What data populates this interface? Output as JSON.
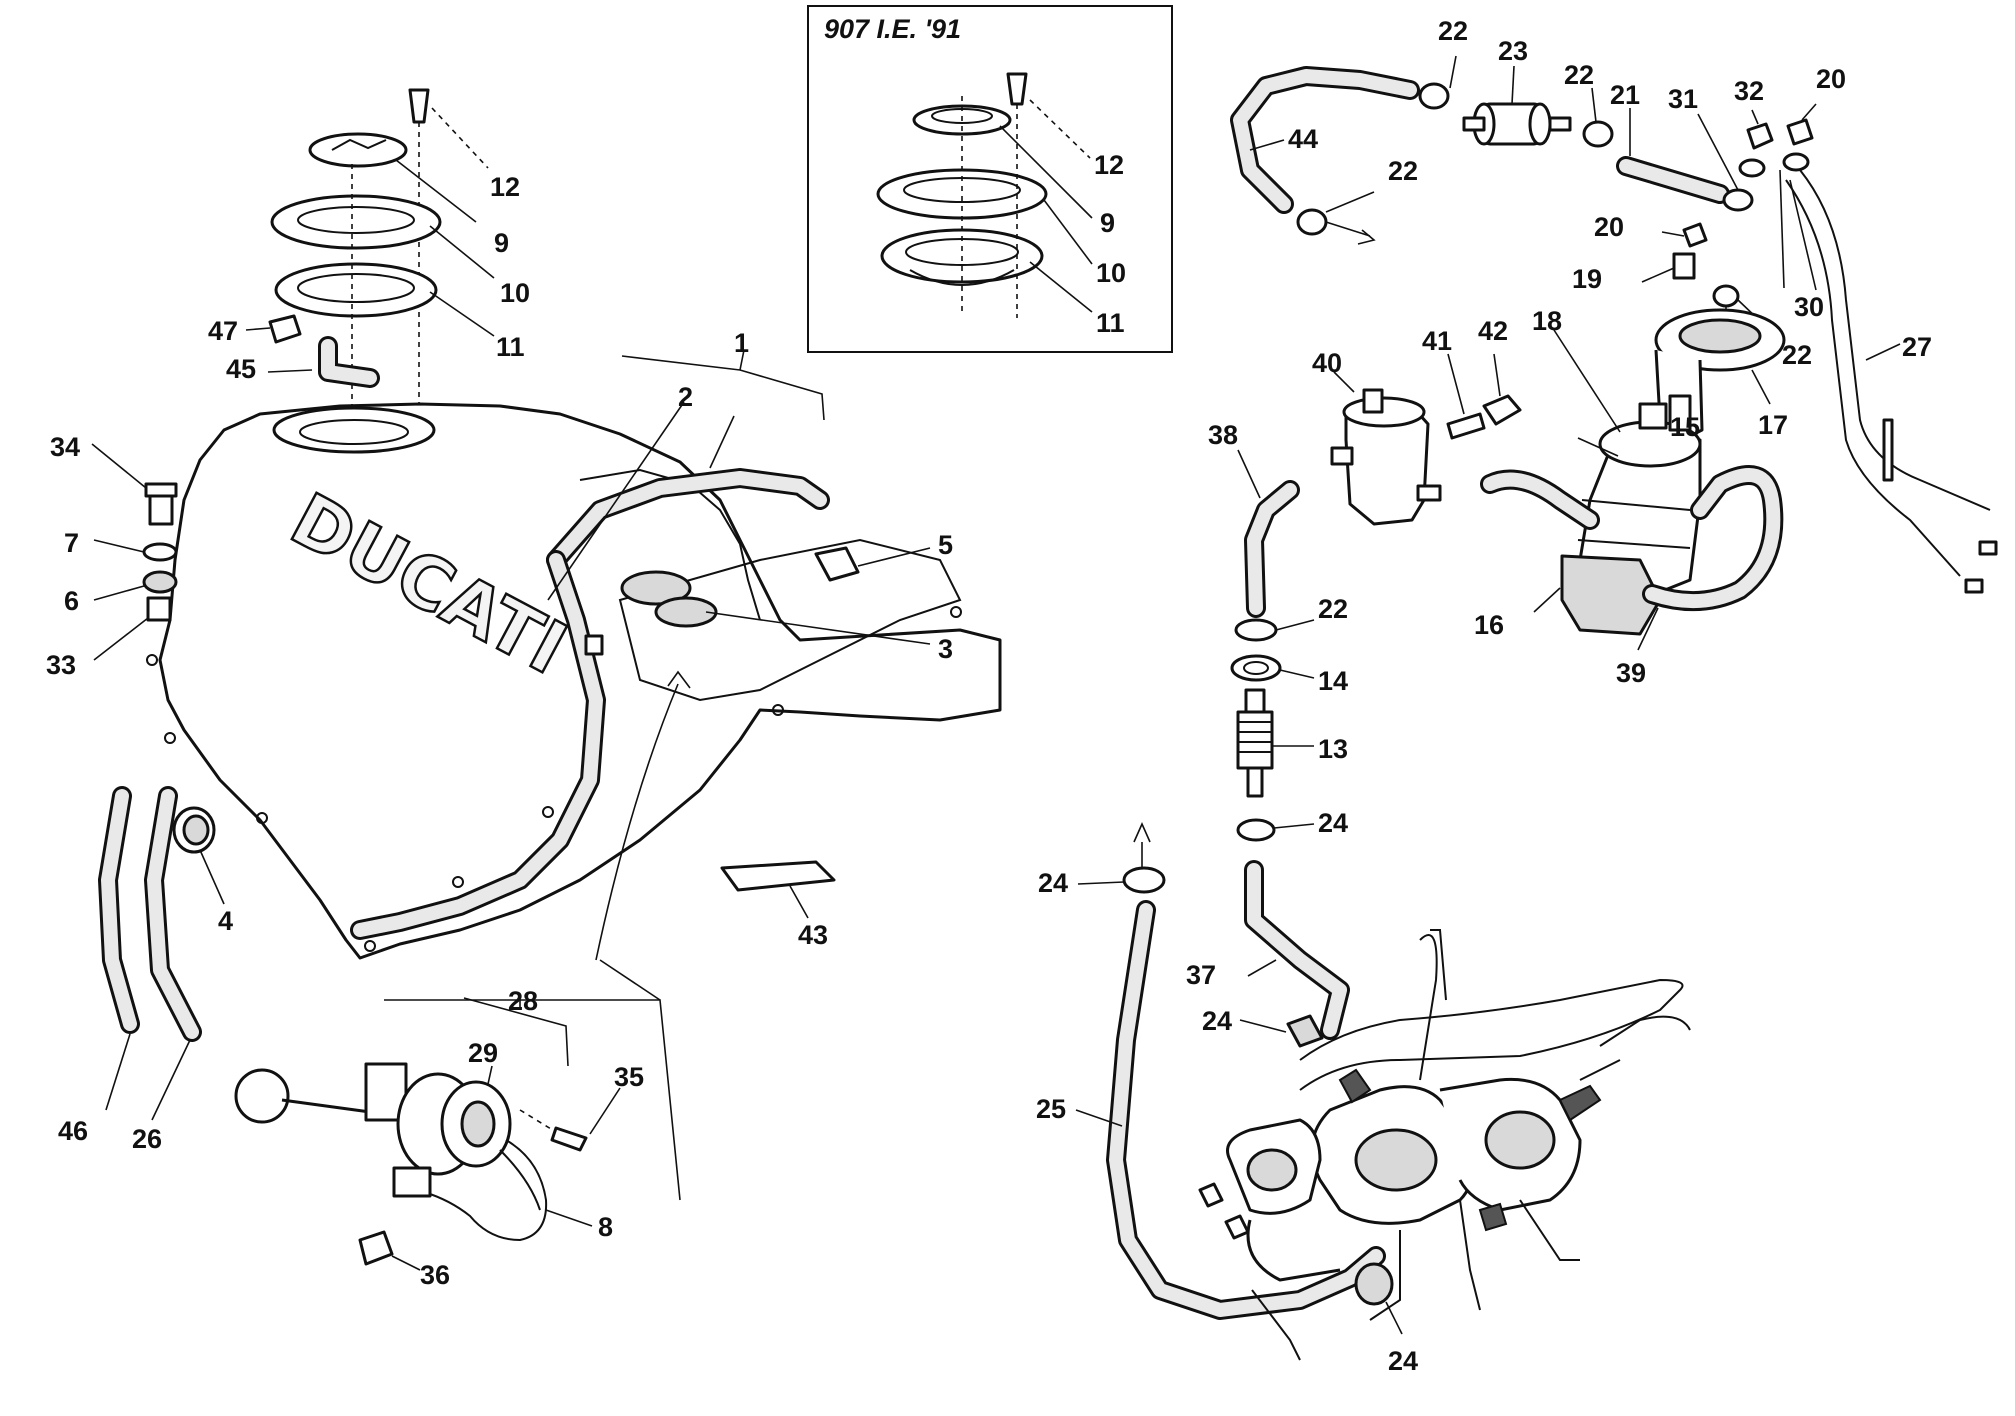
{
  "inset": {
    "title": "907 I.E. '91"
  },
  "tank": {
    "brand_text": "DUCATI"
  },
  "callouts": {
    "n1": "1",
    "n2": "2",
    "n3": "3",
    "n4": "4",
    "n5": "5",
    "n6": "6",
    "n7": "7",
    "n8": "8",
    "n9": "9",
    "n10": "10",
    "n11": "11",
    "n12": "12",
    "n13": "13",
    "n14": "14",
    "n15": "15",
    "n16": "16",
    "n17": "17",
    "n18": "18",
    "n19": "19",
    "n20": "20",
    "n22": "22",
    "n21": "21",
    "n23": "23",
    "n24": "24",
    "n25": "25",
    "n26": "26",
    "n27": "27",
    "n28": "28",
    "n29": "29",
    "n30": "30",
    "n31": "31",
    "n32": "32",
    "n33": "33",
    "n34": "34",
    "n35": "35",
    "n36": "36",
    "n37": "37",
    "n38": "38",
    "n39": "39",
    "n40": "40",
    "n41": "41",
    "n42": "42",
    "n43": "43",
    "n44": "44",
    "n45": "45",
    "n46": "46",
    "n47": "47"
  }
}
